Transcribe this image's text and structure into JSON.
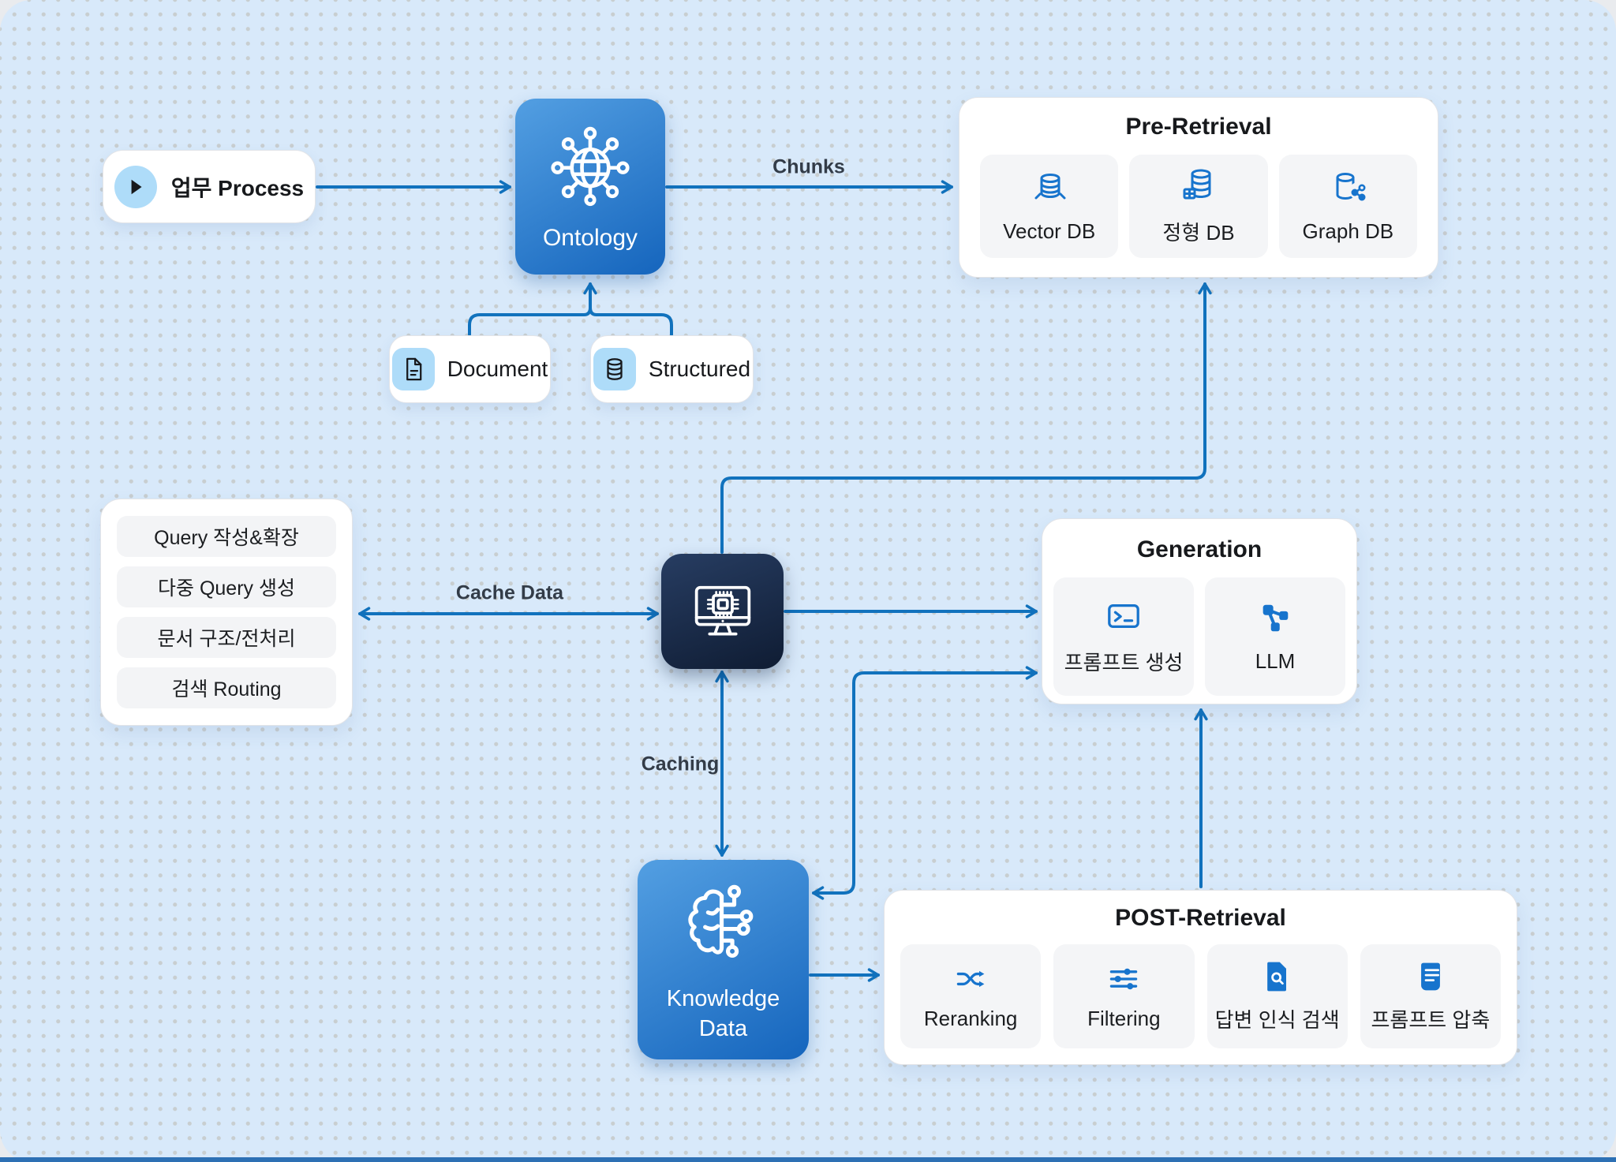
{
  "colors": {
    "canvas_bg": "#d8e9fa",
    "outer_bg": "#e9ebee",
    "edge_blue": "#1172bd",
    "accent_blue": "#1774cd",
    "node_gradient_from": "#539fe2",
    "node_gradient_to": "#1565bd",
    "dark_node_from": "#273d62",
    "dark_node_to": "#0f1c33",
    "card_bg": "#f4f5f7",
    "chip_bg": "#aedcf9",
    "text_dark": "#17191c"
  },
  "nodes": {
    "process": {
      "label": "업무 Process",
      "icon": "play-icon"
    },
    "ontology": {
      "label": "Ontology",
      "icon": "network-globe-icon"
    },
    "document": {
      "label": "Document",
      "icon": "document-icon"
    },
    "structured": {
      "label": "Structured",
      "icon": "database-icon"
    },
    "pre_retrieval": {
      "title": "Pre-Retrieval",
      "cards": [
        {
          "label": "Vector DB",
          "icon": "vector-db-icon"
        },
        {
          "label": "정형 DB",
          "icon": "structured-db-icon"
        },
        {
          "label": "Graph DB",
          "icon": "graph-db-icon"
        }
      ]
    },
    "query_panel": {
      "items": [
        {
          "label": "Query 작성&확장"
        },
        {
          "label": "다중 Query 생성"
        },
        {
          "label": "문서 구조/전처리"
        },
        {
          "label": "검색 Routing"
        }
      ]
    },
    "cache_engine": {
      "icon": "cpu-monitor-icon"
    },
    "generation": {
      "title": "Generation",
      "cards": [
        {
          "label": "프롬프트 생성",
          "icon": "terminal-icon"
        },
        {
          "label": "LLM",
          "icon": "share-nodes-icon"
        }
      ]
    },
    "knowledge": {
      "label_line1": "Knowledge",
      "label_line2": "Data",
      "icon": "brain-circuit-icon"
    },
    "post_retrieval": {
      "title": "POST-Retrieval",
      "cards": [
        {
          "label": "Reranking",
          "icon": "shuffle-icon"
        },
        {
          "label": "Filtering",
          "icon": "sliders-icon"
        },
        {
          "label": "답변 인식 검색",
          "icon": "doc-search-icon"
        },
        {
          "label": "프롬프트 압축",
          "icon": "note-lines-icon"
        }
      ]
    }
  },
  "edges": {
    "chunks": {
      "label": "Chunks"
    },
    "cache_data": {
      "label": "Cache Data"
    },
    "caching": {
      "label": "Caching"
    }
  }
}
